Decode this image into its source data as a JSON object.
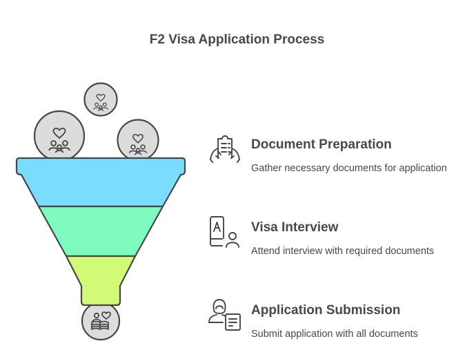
{
  "title": "F2 Visa Application Process",
  "colors": {
    "stage_1": "#7ADDFD",
    "stage_2": "#80FBC0",
    "stage_3": "#D3FA76",
    "circle_fill": "#DCDCDC",
    "stroke": "#464646",
    "text": "#484848"
  },
  "funnel": {
    "input_icons": [
      "family-heart-icon",
      "family-heart-icon",
      "family-heart-icon"
    ],
    "output_icon": "person-book-heart-icon",
    "stages": [
      {
        "name": "Document Preparation",
        "color": "#7ADDFD"
      },
      {
        "name": "Visa Interview",
        "color": "#80FBC0"
      },
      {
        "name": "Application Submission",
        "color": "#D3FA76"
      }
    ]
  },
  "steps": [
    {
      "heading": "Document Preparation",
      "description": "Gather necessary documents for application",
      "icon": "hands-holding-document-icon"
    },
    {
      "heading": "Visa Interview",
      "description": "Attend interview with required documents",
      "icon": "book-person-icon"
    },
    {
      "heading": "Application Submission",
      "description": "Submit application with all documents",
      "icon": "person-with-form-icon"
    }
  ]
}
